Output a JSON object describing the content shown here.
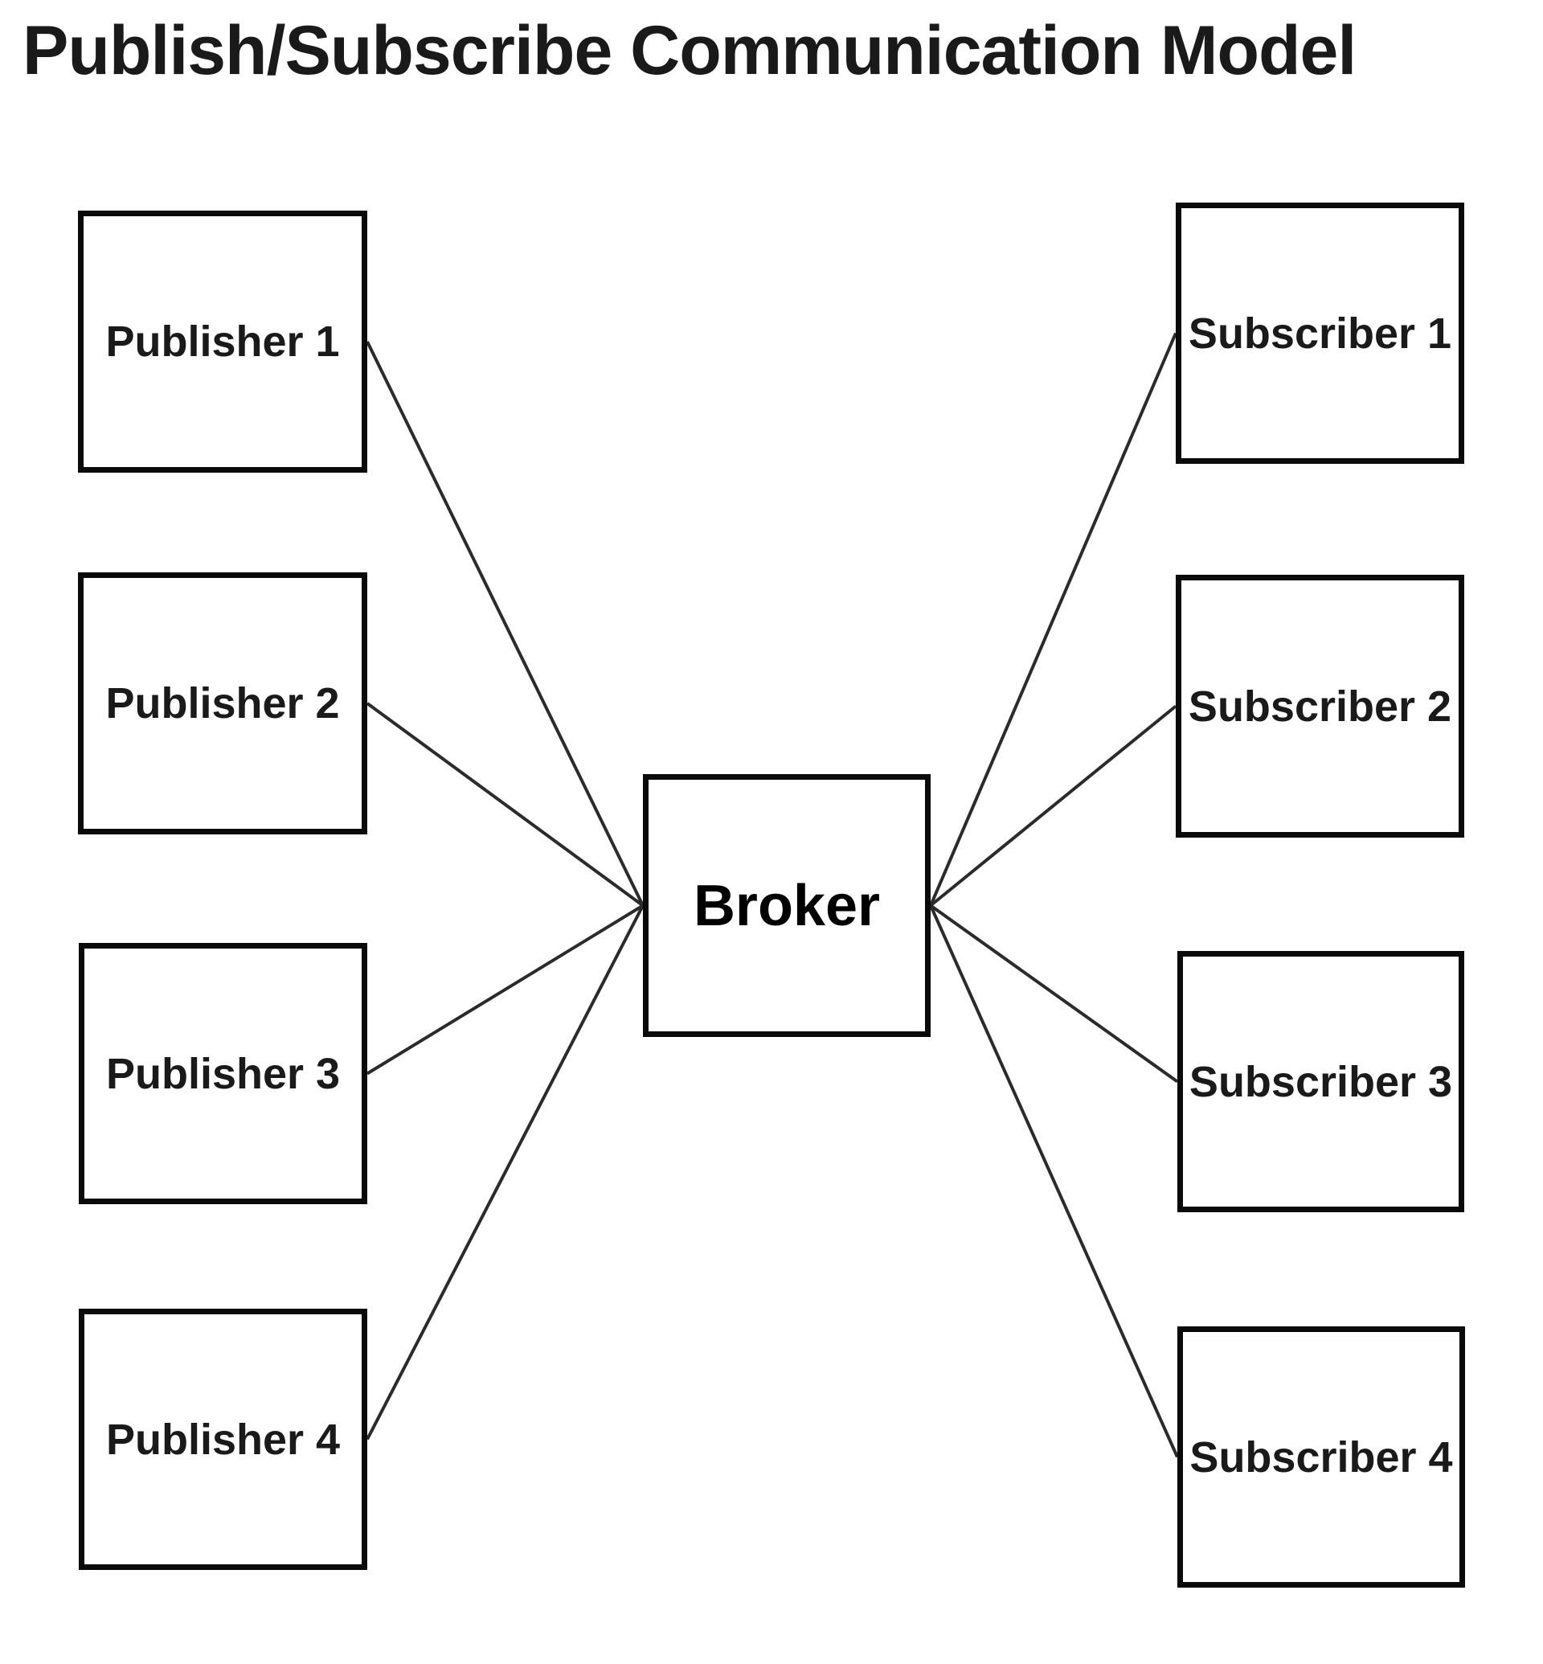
{
  "title": "Publish/Subscribe Communication Model",
  "diagram": {
    "broker": {
      "id": "broker",
      "label": "Broker"
    },
    "publishers": [
      {
        "id": "publisher-1",
        "label": "Publisher 1"
      },
      {
        "id": "publisher-2",
        "label": "Publisher 2"
      },
      {
        "id": "publisher-3",
        "label": "Publisher 3"
      },
      {
        "id": "publisher-4",
        "label": "Publisher 4"
      }
    ],
    "subscribers": [
      {
        "id": "subscriber-1",
        "label": "Subscriber 1"
      },
      {
        "id": "subscriber-2",
        "label": "Subscriber 2"
      },
      {
        "id": "subscriber-3",
        "label": "Subscriber 3"
      },
      {
        "id": "subscriber-4",
        "label": "Subscriber 4"
      }
    ],
    "edges": [
      {
        "from": "publisher-1",
        "to": "broker"
      },
      {
        "from": "publisher-2",
        "to": "broker"
      },
      {
        "from": "publisher-3",
        "to": "broker"
      },
      {
        "from": "publisher-4",
        "to": "broker"
      },
      {
        "from": "broker",
        "to": "subscriber-1"
      },
      {
        "from": "broker",
        "to": "subscriber-2"
      },
      {
        "from": "broker",
        "to": "subscriber-3"
      },
      {
        "from": "broker",
        "to": "subscriber-4"
      }
    ]
  },
  "colors": {
    "background": "#ffffff",
    "box_border": "#0a0a0a",
    "text": "#1a1a1a",
    "line": "#2b2b2b"
  }
}
